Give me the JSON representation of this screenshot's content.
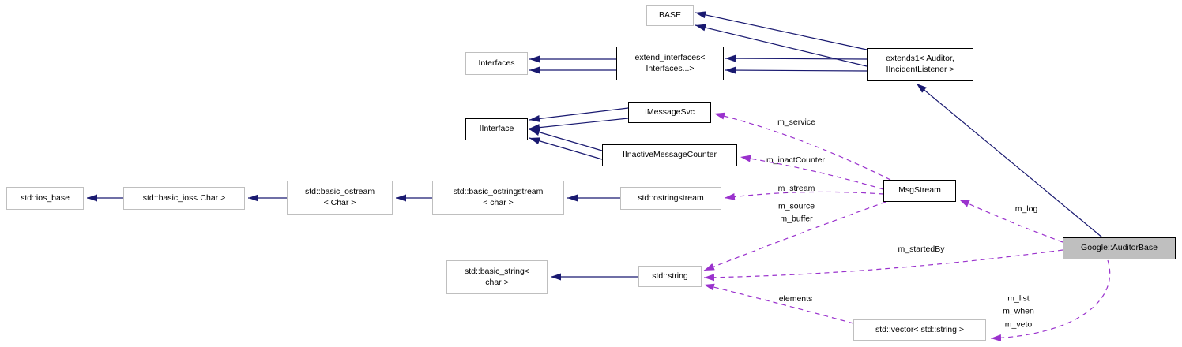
{
  "diagram": {
    "title": "Google::AuditorBase collaboration graph",
    "colors": {
      "background": "#ffffff",
      "inheritance_edge": "#191970",
      "usage_edge": "#9a32cd",
      "documented_node_border": "#000000",
      "external_node_border": "#bfbfbf",
      "current_node_fill": "#bfbfbf"
    },
    "nodes": [
      {
        "id": "base",
        "label": "BASE",
        "kind": "external"
      },
      {
        "id": "interfaces",
        "label": "Interfaces",
        "kind": "external"
      },
      {
        "id": "extend-interfaces",
        "label": "extend_interfaces<\nInterfaces...>",
        "kind": "documented"
      },
      {
        "id": "extends1",
        "label": "extends1< Auditor,\nIIncidentListener >",
        "kind": "documented"
      },
      {
        "id": "iinterface",
        "label": "IInterface",
        "kind": "documented"
      },
      {
        "id": "imessagesvc",
        "label": "IMessageSvc",
        "kind": "documented"
      },
      {
        "id": "iinactivemessagecounter",
        "label": "IInactiveMessageCounter",
        "kind": "documented"
      },
      {
        "id": "ios-base",
        "label": "std::ios_base",
        "kind": "external"
      },
      {
        "id": "basic-ios",
        "label": "std::basic_ios< Char >",
        "kind": "external"
      },
      {
        "id": "basic-ostream",
        "label": "std::basic_ostream\n< Char >",
        "kind": "external"
      },
      {
        "id": "basic-ostringstream",
        "label": "std::basic_ostringstream\n< char >",
        "kind": "external"
      },
      {
        "id": "ostringstream",
        "label": "std::ostringstream",
        "kind": "external"
      },
      {
        "id": "msgstream",
        "label": "MsgStream",
        "kind": "documented"
      },
      {
        "id": "auditorbase",
        "label": "Google::AuditorBase",
        "kind": "current"
      },
      {
        "id": "basic-string",
        "label": "std::basic_string<\nchar >",
        "kind": "external"
      },
      {
        "id": "string",
        "label": "std::string",
        "kind": "external"
      },
      {
        "id": "vector-string",
        "label": "std::vector< std::string >",
        "kind": "external"
      }
    ],
    "edge_labels": [
      {
        "text": "m_service"
      },
      {
        "text": "m_inactCounter"
      },
      {
        "text": "m_stream"
      },
      {
        "text": "m_source\nm_buffer"
      },
      {
        "text": "m_log"
      },
      {
        "text": "m_startedBy"
      },
      {
        "text": "elements"
      },
      {
        "text": "m_list\nm_when\nm_veto"
      }
    ],
    "edges": [
      {
        "from": "extends1< Auditor, IIncidentListener >",
        "to": "BASE",
        "type": "inheritance",
        "count": 2
      },
      {
        "from": "extends1< Auditor, IIncidentListener >",
        "to": "extend_interfaces< Interfaces...>",
        "type": "inheritance",
        "count": 2
      },
      {
        "from": "extend_interfaces< Interfaces...>",
        "to": "Interfaces",
        "type": "inheritance",
        "count": 2
      },
      {
        "from": "IMessageSvc",
        "to": "IInterface",
        "type": "inheritance",
        "count": 2
      },
      {
        "from": "IInactiveMessageCounter",
        "to": "IInterface",
        "type": "inheritance",
        "count": 2
      },
      {
        "from": "std::basic_ios< Char >",
        "to": "std::ios_base",
        "type": "inheritance",
        "count": 1
      },
      {
        "from": "std::basic_ostream< Char >",
        "to": "std::basic_ios< Char >",
        "type": "inheritance",
        "count": 1
      },
      {
        "from": "std::basic_ostringstream< char >",
        "to": "std::basic_ostream< Char >",
        "type": "inheritance",
        "count": 1
      },
      {
        "from": "std::ostringstream",
        "to": "std::basic_ostringstream< char >",
        "type": "inheritance",
        "count": 1
      },
      {
        "from": "std::string",
        "to": "std::basic_string< char >",
        "type": "inheritance",
        "count": 1
      },
      {
        "from": "Google::AuditorBase",
        "to": "extends1< Auditor, IIncidentListener >",
        "type": "inheritance",
        "count": 1
      },
      {
        "from": "MsgStream",
        "to": "IMessageSvc",
        "type": "usage",
        "label": "m_service"
      },
      {
        "from": "MsgStream",
        "to": "IInactiveMessageCounter",
        "type": "usage",
        "label": "m_inactCounter"
      },
      {
        "from": "MsgStream",
        "to": "std::ostringstream",
        "type": "usage",
        "label": "m_stream"
      },
      {
        "from": "MsgStream",
        "to": "std::string",
        "type": "usage",
        "label": "m_source m_buffer"
      },
      {
        "from": "Google::AuditorBase",
        "to": "MsgStream",
        "type": "usage",
        "label": "m_log"
      },
      {
        "from": "Google::AuditorBase",
        "to": "std::string",
        "type": "usage",
        "label": "m_startedBy"
      },
      {
        "from": "std::vector< std::string >",
        "to": "std::string",
        "type": "usage",
        "label": "elements"
      },
      {
        "from": "Google::AuditorBase",
        "to": "std::vector< std::string >",
        "type": "usage",
        "label": "m_list m_when m_veto"
      }
    ]
  }
}
